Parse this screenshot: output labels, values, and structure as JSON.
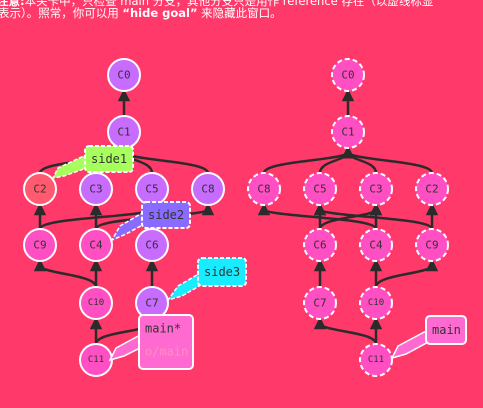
{
  "hint": {
    "line1_strong": "注意:",
    "line1_rest": "本关卡中，只检查 main 分支，其他分支只是用作 reference 存在（以虚线标显",
    "line2_pre": "表示）。照常，你可以用 ",
    "line2_cmd": "“hide goal”",
    "line2_post": " 来隐藏此窗口。"
  },
  "left_tree": {
    "commits": [
      "C0",
      "C1",
      "C2",
      "C3",
      "C5",
      "C8",
      "C9",
      "C4",
      "C6",
      "C10",
      "C7",
      "C11"
    ],
    "branches": {
      "side1": "side1",
      "side2": "side2",
      "side3": "side3",
      "main": "main*",
      "origin_main": "o/main"
    }
  },
  "goal_tree": {
    "commits": [
      "C0",
      "C1",
      "C8",
      "C5",
      "C3",
      "C2",
      "C6",
      "C4",
      "C9",
      "C7",
      "C10",
      "C11"
    ],
    "branches": {
      "main": "main"
    }
  },
  "colors": {
    "background": "#ff3a6b",
    "commit_purple": "#c86bff",
    "commit_pink": "#ff4fc3",
    "commit_red": "#ff5a6f",
    "edge": "#2b2b2b",
    "side1": "#a6ff5c",
    "side2": "#8a6bff",
    "side3": "#19ecff",
    "main": "#ff6ad0"
  }
}
